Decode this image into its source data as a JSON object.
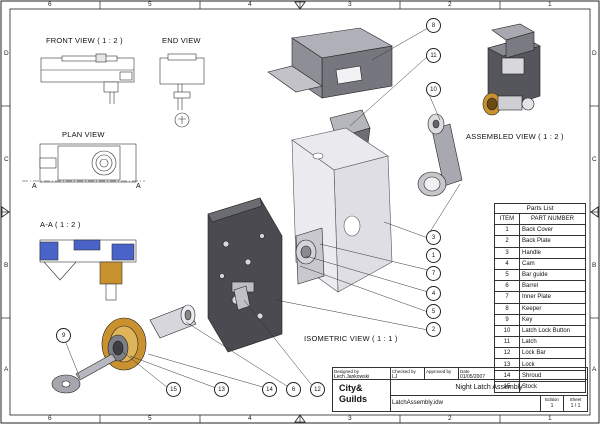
{
  "drawing": {
    "zone_letters": [
      "D",
      "C",
      "B",
      "A"
    ],
    "zone_numbers": [
      "6",
      "5",
      "4",
      "3",
      "2",
      "1"
    ]
  },
  "views": {
    "front": "FRONT VIEW  ( 1 : 2 )",
    "end": "END VIEW",
    "plan": "PLAN VIEW",
    "section": "A-A  ( 1 : 2 )",
    "section_mark": "A",
    "isometric": "ISOMETRIC VIEW  ( 1 : 1 )",
    "assembled": "ASSEMBLED VIEW  ( 1 : 2 )"
  },
  "balloons": [
    "8",
    "11",
    "10",
    "1",
    "3",
    "7",
    "4",
    "5",
    "2",
    "9",
    "15",
    "13",
    "14",
    "6",
    "12"
  ],
  "parts_list": {
    "title": "Parts List",
    "headers": [
      "ITEM",
      "PART NUMBER"
    ],
    "rows": [
      [
        "1",
        "Back Cover"
      ],
      [
        "2",
        "Back Plate"
      ],
      [
        "3",
        "Handle"
      ],
      [
        "4",
        "Cam"
      ],
      [
        "5",
        "Bar guide"
      ],
      [
        "6",
        "Barrel"
      ],
      [
        "7",
        "Inner Plate"
      ],
      [
        "8",
        "Keeper"
      ],
      [
        "9",
        "Key"
      ],
      [
        "10",
        "Latch Lock Button"
      ],
      [
        "11",
        "Latch"
      ],
      [
        "12",
        "Lock Bar"
      ],
      [
        "13",
        "Lock"
      ],
      [
        "14",
        "Shroud"
      ],
      [
        "15",
        "Stock"
      ]
    ]
  },
  "title_block": {
    "designed_by_label": "Designed by",
    "designed_by": "Lech Jankowski",
    "checked_by_label": "Checked by",
    "checked_by": "LJ",
    "approved_by_label": "Approved by",
    "approved_by": "",
    "date_label": "Date",
    "date": "01/05/2007",
    "drawing_title": "Night Latch Assembly",
    "file_name": "LatchAssembly.idw",
    "edition_label": "Edition",
    "edition": "1",
    "sheet_label": "Sheet",
    "sheet": "1 / 1",
    "logo_line1": "City&",
    "logo_line2": "Guilds"
  },
  "colors": {
    "line": "#222222",
    "brass": "#c9922e",
    "metal": "#9a9aa2",
    "dark_metal": "#4a4a50",
    "section_blue": "#4a63c8"
  }
}
